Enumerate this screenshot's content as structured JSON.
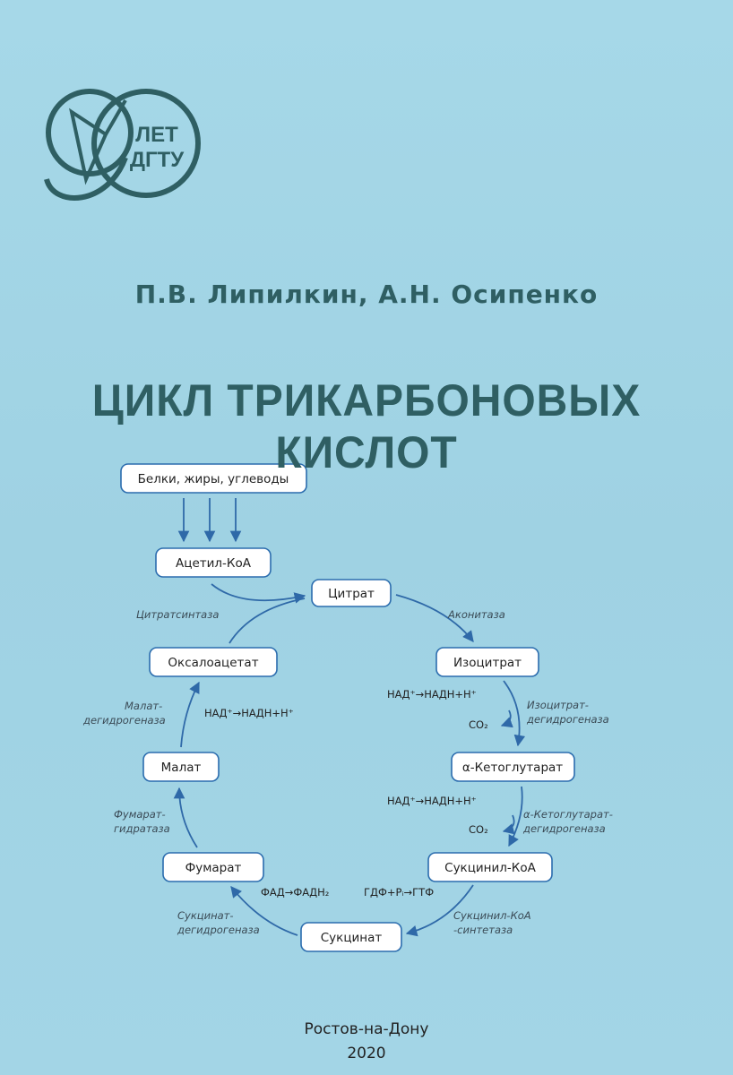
{
  "logo": {
    "line1": "ЛЕТ",
    "line2": "ДГТУ"
  },
  "authors": "П.В. Липилкин, А.Н. Осипенко",
  "title": "ЦИКЛ ТРИКАРБОНОВЫХ КИСЛОТ",
  "diagram": {
    "source": "Белки, жиры, углеводы",
    "acetyl": "Ацетил-КоА",
    "citrate": "Цитрат",
    "isocitrate": "Изоцитрат",
    "ketoglutarate": "α-Кетоглутарат",
    "succinylcoa": "Сукцинил-КоА",
    "succinate": "Сукцинат",
    "fumarate": "Фумарат",
    "malate": "Малат",
    "oxaloacetate": "Оксалоацетат",
    "enz_citratesynthase": "Цитратсинтаза",
    "enz_aconitase": "Аконитаза",
    "enz_idh_1": "Изоцитрат-",
    "enz_idh_2": "дегидрогеназа",
    "enz_akgdh_1": "α-Кетоглутарат-",
    "enz_akgdh_2": "дегидрогеназа",
    "enz_scs_1": "Сукцинил-КоА",
    "enz_scs_2": "-синтетаза",
    "enz_sdh_1": "Сукцинат-",
    "enz_sdh_2": "дегидрогеназа",
    "enz_fum_1": "Фумарат-",
    "enz_fum_2": "гидратаза",
    "enz_mdh_1": "Малат-",
    "enz_mdh_2": "дегидрогеназа",
    "nad_1": "НАД⁺→НАДН+Н⁺",
    "nad_2": "НАД⁺→НАДН+Н⁺",
    "nad_3": "НАД⁺→НАДН+Н⁺",
    "co2_1": "CO₂",
    "co2_2": "CO₂",
    "gdp": "ГДФ+Pᵢ→ГТФ",
    "fad": "ФАД→ФАДН₂"
  },
  "footer": {
    "city": "Ростов-на-Дону",
    "year": "2020"
  },
  "colors": {
    "background": "#9fd3e4",
    "title": "#2f5f63",
    "box_border": "#2b6cae",
    "arrow": "#2f69a8"
  }
}
